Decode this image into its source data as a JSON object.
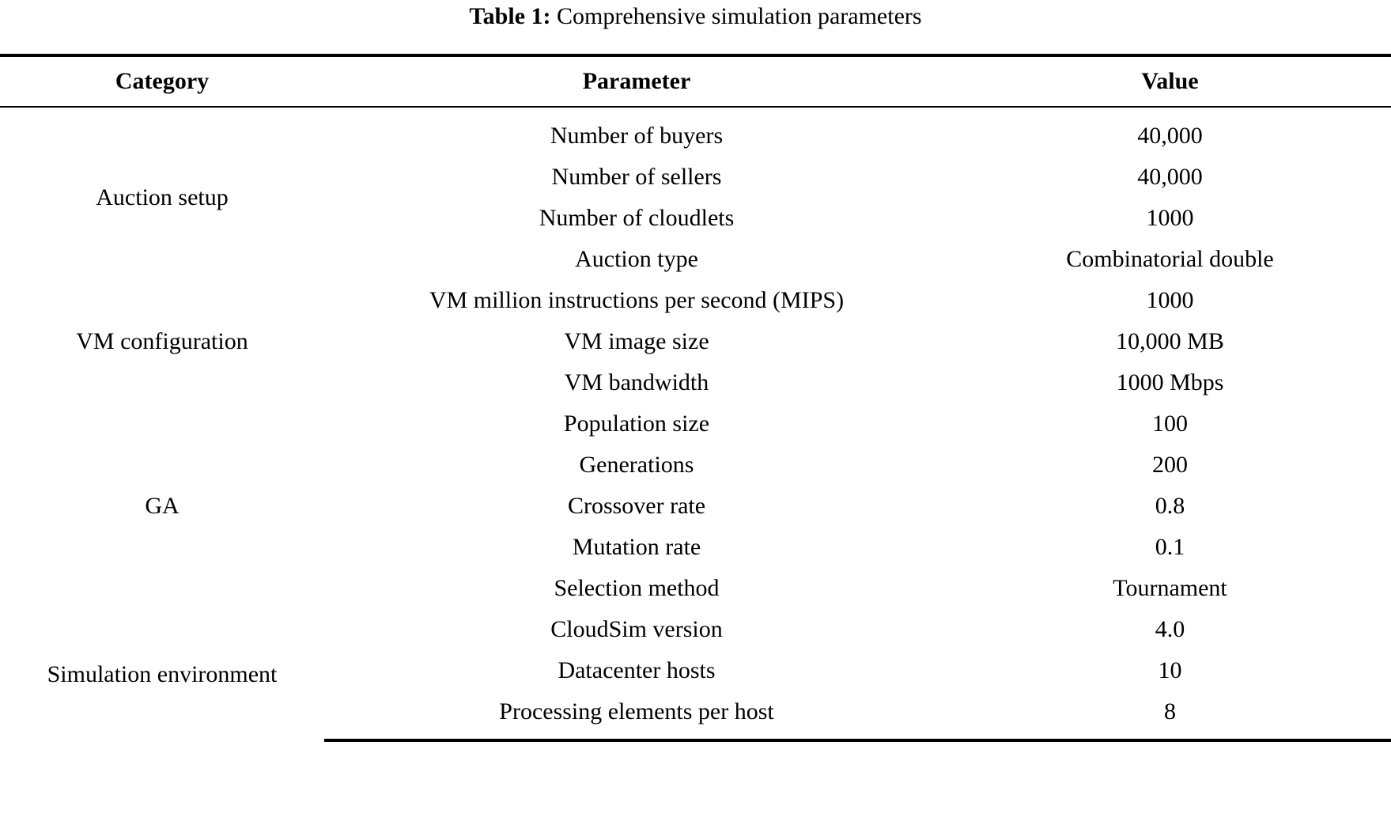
{
  "caption": {
    "label": "Table 1:",
    "text": "Comprehensive simulation parameters"
  },
  "table": {
    "columns": [
      "Category",
      "Parameter",
      "Value"
    ],
    "groups": [
      {
        "category": "Auction setup",
        "rows": [
          {
            "parameter": "Number of buyers",
            "value": "40,000"
          },
          {
            "parameter": "Number of sellers",
            "value": "40,000"
          },
          {
            "parameter": "Number of cloudlets",
            "value": "1000"
          },
          {
            "parameter": "Auction type",
            "value": "Combinatorial double"
          }
        ]
      },
      {
        "category": "VM configuration",
        "rows": [
          {
            "parameter": "VM million instructions per second (MIPS)",
            "value": "1000"
          },
          {
            "parameter": "VM image size",
            "value": "10,000 MB"
          },
          {
            "parameter": "VM bandwidth",
            "value": "1000 Mbps"
          }
        ]
      },
      {
        "category": "GA",
        "rows": [
          {
            "parameter": "Population size",
            "value": "100"
          },
          {
            "parameter": "Generations",
            "value": "200"
          },
          {
            "parameter": "Crossover rate",
            "value": "0.8"
          },
          {
            "parameter": "Mutation rate",
            "value": "0.1"
          },
          {
            "parameter": "Selection method",
            "value": "Tournament"
          }
        ]
      },
      {
        "category": "Simulation environment",
        "rows": [
          {
            "parameter": "CloudSim version",
            "value": "4.0"
          },
          {
            "parameter": "Datacenter hosts",
            "value": "10"
          },
          {
            "parameter": "Processing elements per host",
            "value": "8"
          }
        ]
      }
    ]
  },
  "colors": {
    "text": "#000000",
    "rule": "#000000",
    "background": "#ffffff"
  }
}
